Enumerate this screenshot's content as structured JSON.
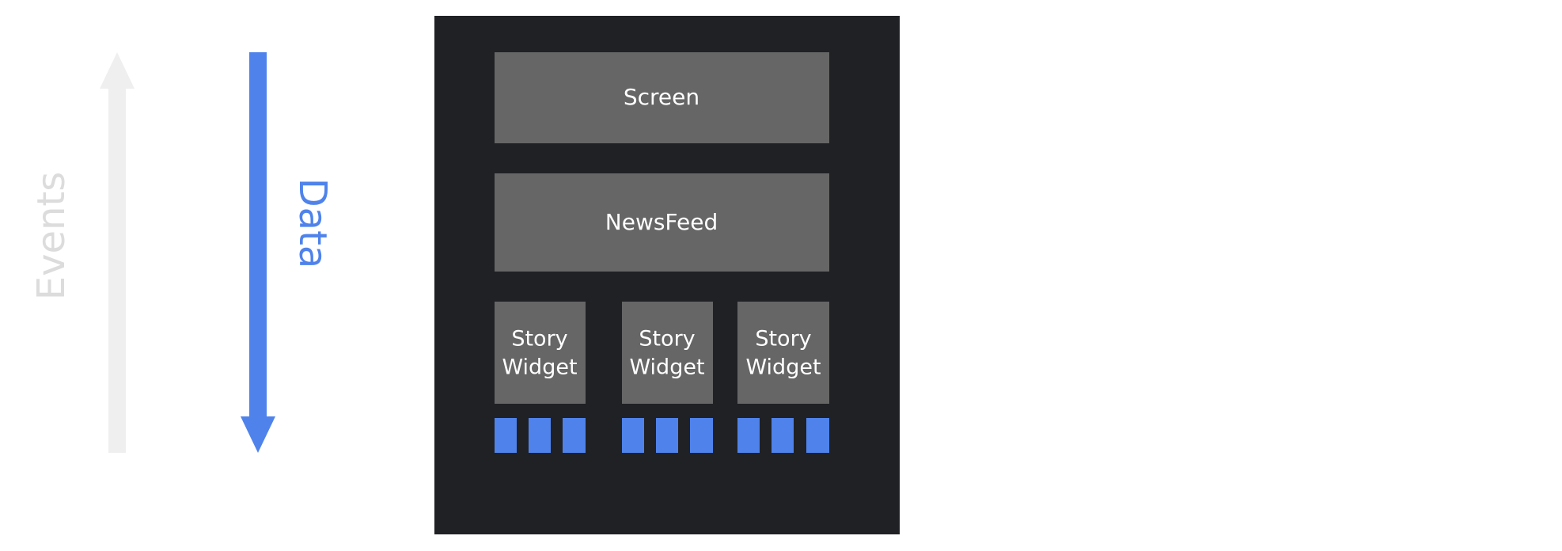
{
  "colors": {
    "background": "#ffffff",
    "panel": "#202124",
    "box": "#666666",
    "accent": "#4f83eb",
    "events_arrow": "#efefef",
    "events_text": "#dcdcdc",
    "box_text": "#ffffff"
  },
  "arrows": {
    "events_label": "Events",
    "data_label": "Data"
  },
  "boxes": {
    "screen": "Screen",
    "newsfeed": "NewsFeed",
    "story_line1": "Story",
    "story_line2": "Widget"
  },
  "story_widget_count": 3,
  "leaf_nodes_per_widget": 3
}
